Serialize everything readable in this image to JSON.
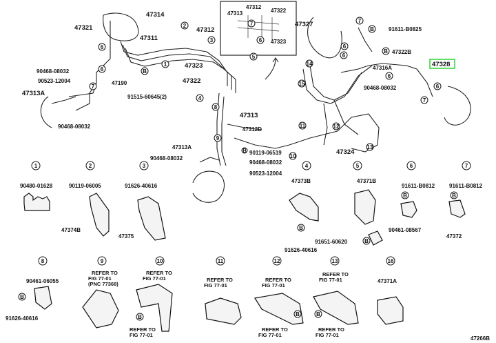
{
  "callouts": {
    "p47321": "47321",
    "p47314": "47314",
    "p47311": "47311",
    "p47312_top": "47312",
    "p47313_top": "47313",
    "p47322_top": "47322",
    "p47323_top": "47323",
    "p47312_mid": "47312",
    "p47323_mid": "47323",
    "p47322_mid": "47322",
    "p47313_mid": "47313",
    "p47312D": "47312D",
    "p47327": "47327",
    "p91611_08825": "91611-B0825",
    "p47322B": "47322B",
    "p47328": "47328",
    "p47316A": "47316A",
    "p90468_a": "90468-08032",
    "p90523_a": "90523-12004",
    "p47313A_left": "47313A",
    "p47190": "47190",
    "p91515": "91515-60645(2)",
    "p90468_b": "90468-08032",
    "p90468_c": "90468-08032",
    "p47313A_mid": "47313A",
    "p90468_d": "90468-08032",
    "p90119": "90119-06519",
    "p90468_e": "90468-08032",
    "p90523_b": "90523-12004",
    "p47324": "47324"
  },
  "detail_parts": {
    "d1": "90480-01628",
    "d2": "90119-06005",
    "d2b": "47374B",
    "d3": "91626-40616",
    "d3b": "47375",
    "d4": "47373B",
    "d4b": "91626-40616",
    "d5": "47371B",
    "d5b": "91651-60620",
    "d6": "91611-B0812",
    "d6b": "90461-08567",
    "d7": "91611-B0812",
    "d7b": "47372",
    "d8": "90461-06055",
    "d8b": "91626-40616",
    "d16": "47371A"
  },
  "refer": {
    "refer_to": "REFER TO",
    "fig": "FIG 77-01",
    "pnc": "(PNC 77368)"
  },
  "fig_code": "47266B"
}
